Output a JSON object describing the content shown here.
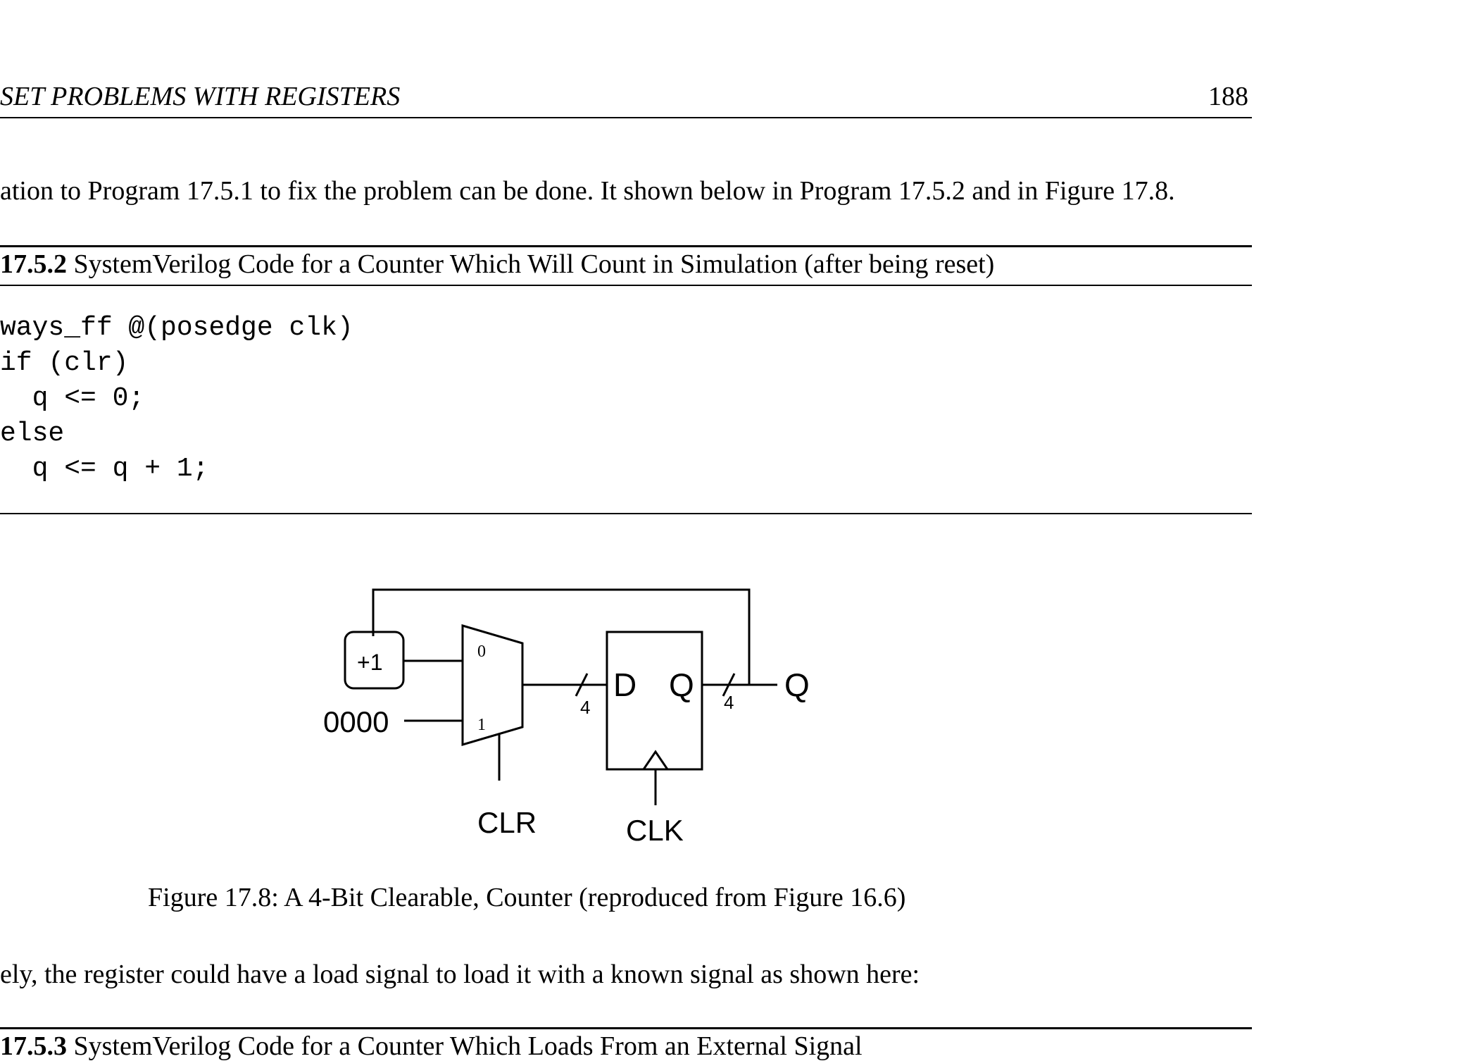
{
  "header": {
    "running_title": "SET PROBLEMS WITH REGISTERS",
    "page_number": "188"
  },
  "intro_paragraph": "ation to Program 17.5.1 to fix the problem can be done. It shown below in Program 17.5.2 and in Figure 17.8.",
  "program_1": {
    "number": "17.5.2",
    "title": " SystemVerilog Code for a Counter Which Will Count in Simulation (after being reset)",
    "code_lines": [
      "ways_ff @(posedge clk)",
      "if (clr)",
      "  q <= 0;",
      "else",
      "  q <= q + 1;"
    ]
  },
  "figure": {
    "increment_label": "+1",
    "zero_constant": "0000",
    "mux_input_0": "0",
    "mux_input_1": "1",
    "clr_label": "CLR",
    "d_label": "D",
    "q_label": "Q",
    "clk_label": "CLK",
    "bus_width_in": "4",
    "bus_width_out": "4",
    "output_label": "Q",
    "caption": "Figure 17.8: A 4-Bit Clearable, Counter (reproduced from Figure 16.6)"
  },
  "second_paragraph": "ely, the register could have a load signal to load it with a known signal as shown here:",
  "program_2": {
    "number": "17.5.3",
    "title": " SystemVerilog Code for a Counter Which Loads From an External Signal"
  }
}
